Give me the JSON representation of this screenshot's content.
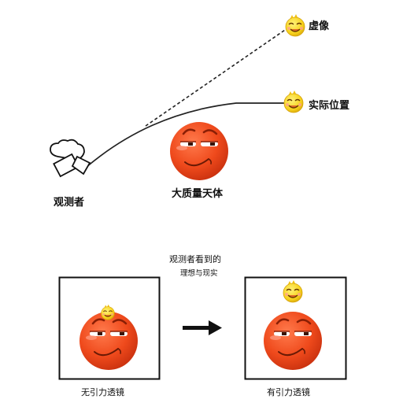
{
  "top": {
    "virtual_image_label": "虚像",
    "actual_position_label": "实际位置",
    "observer_label": "观测者",
    "massive_body_label": "大质量天体"
  },
  "bottom": {
    "caption_line1": "观测者看到的",
    "caption_line2": "理想与现实",
    "left_panel_label": "无引力透镜",
    "right_panel_label": "有引力透镜"
  },
  "colors": {
    "star_fill": "#f7d21c",
    "body_fill": "#ef4a1c",
    "line": "#222222"
  },
  "icons": {
    "observer": "camera-icon",
    "star": "yellow-smiley-icon",
    "body": "red-smug-face-icon",
    "arrow": "right-arrow-icon"
  }
}
